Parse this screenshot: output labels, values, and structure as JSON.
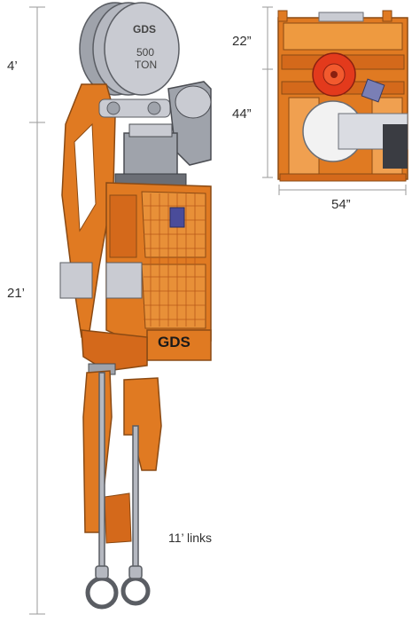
{
  "dimensions": {
    "top_block": "4’",
    "main_height": "21’",
    "side_top": "22”",
    "side_mid": "44”",
    "side_width": "54”"
  },
  "captions": {
    "links": "11’ links"
  },
  "sheave": {
    "brand": "GDS",
    "rating_line1": "500",
    "rating_line2": "TON"
  },
  "body_logo": {
    "brand": "GDS"
  },
  "colors": {
    "orange": "#e07a22",
    "orange_dark": "#b8581a",
    "gray_light": "#c9cbd2",
    "gray_mid": "#9fa3ab",
    "gray_dark": "#6b6e75",
    "dim_line": "#9a9a9a"
  }
}
